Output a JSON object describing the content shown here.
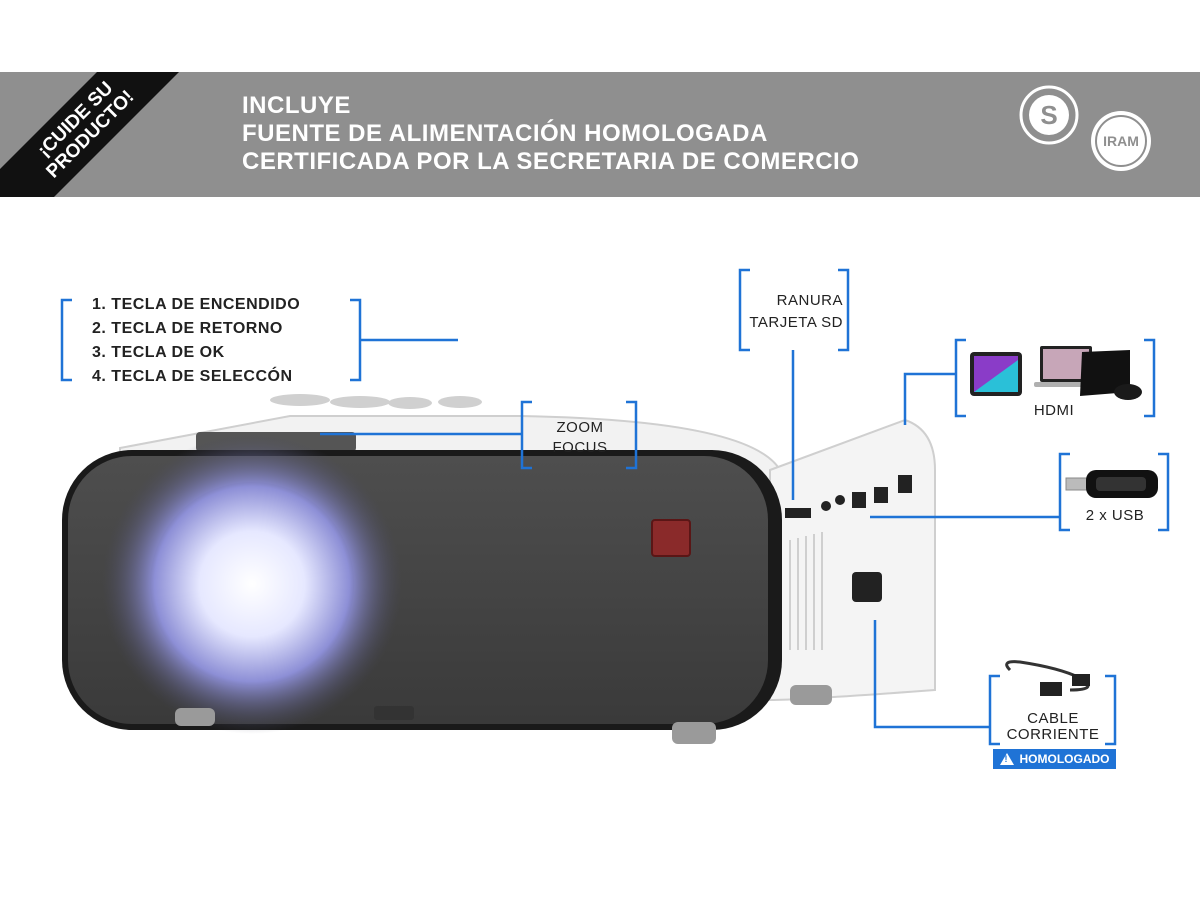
{
  "banner": {
    "corner_lines": [
      "¡CUIDE SU",
      "PRODUCTO!"
    ],
    "headline_lines": [
      "INCLUYE",
      "FUENTE DE ALIMENTACIÓN HOMOLOGADA",
      "CERTIFICADA POR LA SECRETARIA DE COMERCIO"
    ],
    "seal_s": {
      "letter": "S"
    },
    "seal_iram": {
      "label": "IRAM"
    }
  },
  "callouts": {
    "keys": [
      "1. TECLA DE ENCENDIDO",
      "2. TECLA DE RETORNO",
      "3. TECLA DE OK",
      "4. TECLA DE SELECCÓN"
    ],
    "sd": [
      "RANURA",
      "TARJETA SD"
    ],
    "zoom": [
      "ZOOM",
      "FOCUS"
    ],
    "hdmi": "HDMI",
    "usb": "2 x USB",
    "cable": [
      "CABLE",
      "CORRIENTE"
    ],
    "badge": "HOMOLOGADO"
  },
  "colors": {
    "accent": "#1f73d6",
    "banner": "#8f8f8f",
    "corner": "#111111"
  }
}
